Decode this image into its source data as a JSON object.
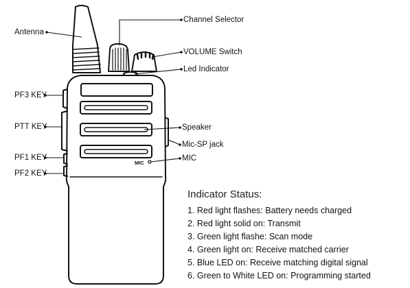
{
  "callouts": {
    "antenna": "Antenna",
    "pf3": "PF3 KEY",
    "ptt": "PTT KEY",
    "pf1": "PF1 KEY",
    "pf2": "PF2 KEY",
    "channel_selector": "Channel Selector",
    "volume_switch": "VOLUME Switch",
    "led_indicator": "Led Indicator",
    "speaker": "Speaker",
    "mic_sp_jack": "Mic-SP jack",
    "mic": "MIC"
  },
  "device_text": {
    "mic_label": "MIC"
  },
  "indicator_status": {
    "title": "Indicator Status:",
    "items": [
      "1. Red light flashes: Battery needs charged",
      "2. Red light solid on: Transmit",
      "3. Green light flashe: Scan mode",
      "4. Green light on: Receive matched carrier",
      "5. Blue LED on: Receive matching digital signal",
      "6. Green to White LED on: Programming started"
    ]
  }
}
